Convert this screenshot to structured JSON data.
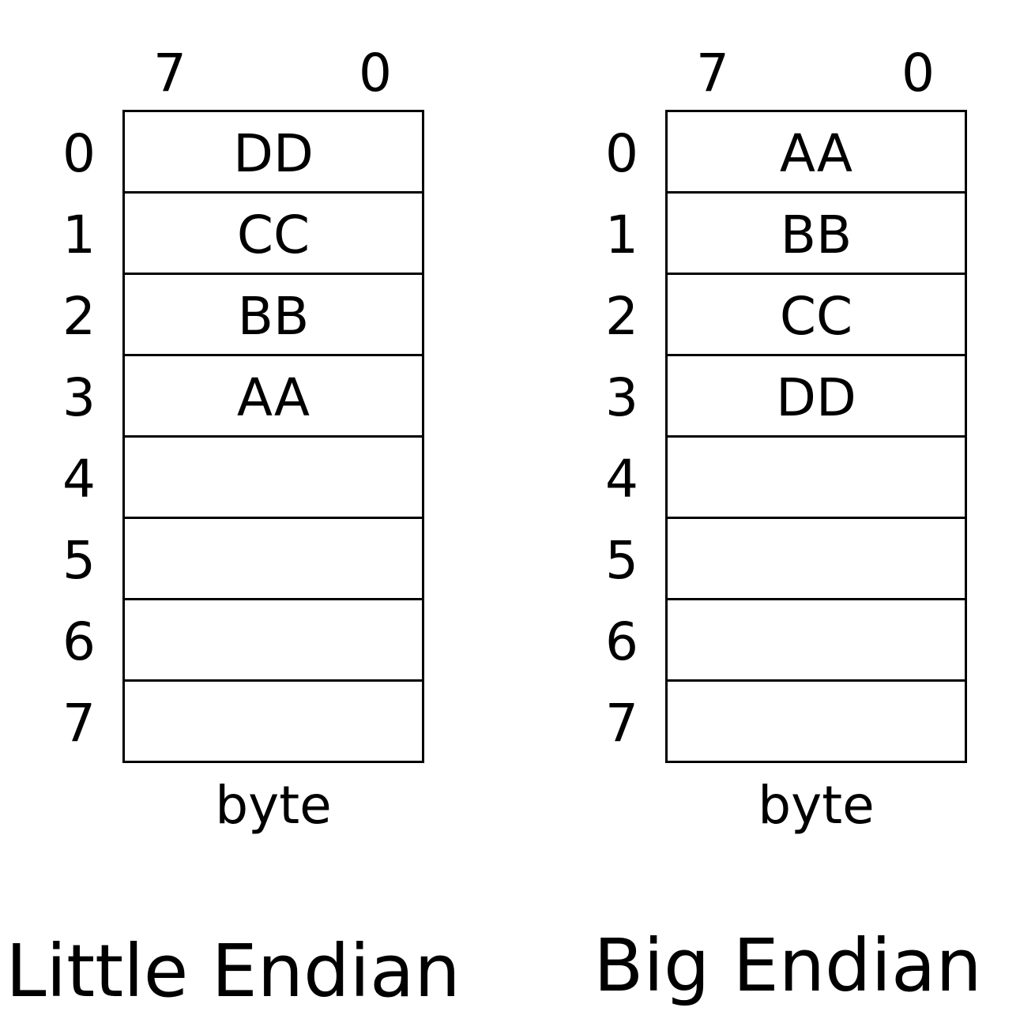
{
  "diagrams": [
    {
      "title": "Little Endian",
      "bit_high": "7",
      "bit_low": "0",
      "unit_label": "byte",
      "rows": [
        {
          "address": "0",
          "value": "DD"
        },
        {
          "address": "1",
          "value": "CC"
        },
        {
          "address": "2",
          "value": "BB"
        },
        {
          "address": "3",
          "value": "AA"
        },
        {
          "address": "4",
          "value": ""
        },
        {
          "address": "5",
          "value": ""
        },
        {
          "address": "6",
          "value": ""
        },
        {
          "address": "7",
          "value": ""
        }
      ]
    },
    {
      "title": "Big Endian",
      "bit_high": "7",
      "bit_low": "0",
      "unit_label": "byte",
      "rows": [
        {
          "address": "0",
          "value": "AA"
        },
        {
          "address": "1",
          "value": "BB"
        },
        {
          "address": "2",
          "value": "CC"
        },
        {
          "address": "3",
          "value": "DD"
        },
        {
          "address": "4",
          "value": ""
        },
        {
          "address": "5",
          "value": ""
        },
        {
          "address": "6",
          "value": ""
        },
        {
          "address": "7",
          "value": ""
        }
      ]
    }
  ]
}
